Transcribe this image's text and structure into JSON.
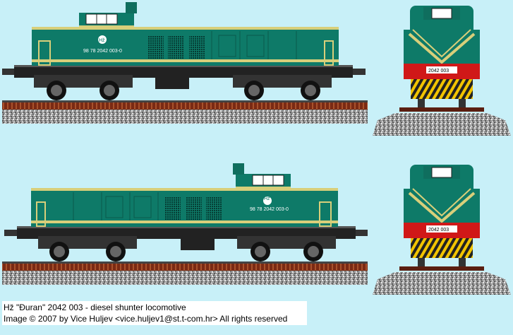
{
  "locomotives": [
    {
      "number_plate": "98 78 2042 003-0",
      "cab_plate": "2042 003",
      "badge": "Hž",
      "colors": {
        "body": "#0e7a68",
        "stripe": "#d8cf7a",
        "roof": "#0f6e5e",
        "chassis": "#2a2a2a",
        "buffer_beam": "#d01818",
        "hazard": "#f2c400"
      }
    },
    {
      "number_plate": "98 78 2042 003-0",
      "cab_plate": "2042 003",
      "badge": "Hž",
      "colors": {
        "body": "#0e7a68",
        "stripe": "#d8cf7a",
        "roof": "#0f6e5e",
        "chassis": "#2a2a2a",
        "buffer_beam": "#d01818",
        "hazard": "#f2c400"
      }
    }
  ],
  "caption": {
    "line1": "Hž \"Đuran\"  2042 003 - diesel shunter locomotive",
    "line2": "Image © 2007 by Vice Huljev <vice.huljev1@st.t-com.hr>  All rights reserved"
  }
}
